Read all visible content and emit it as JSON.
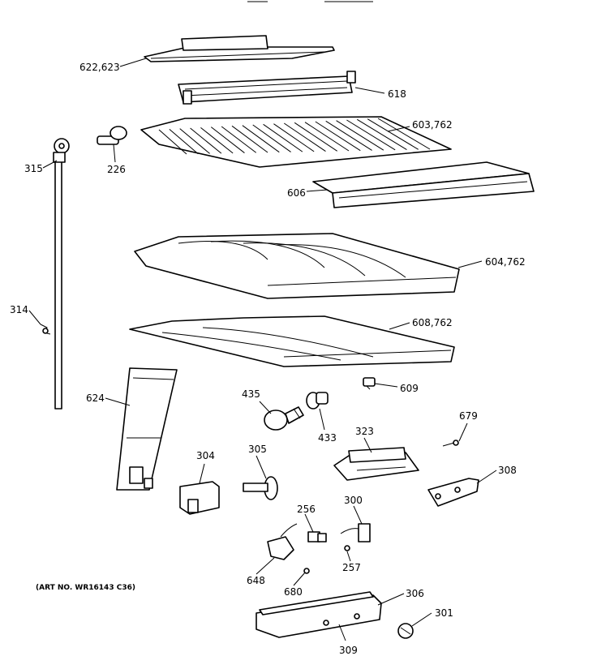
{
  "diagram": {
    "art_number": "(ART NO. WR16143 C36)",
    "labels": {
      "l622": "622,623",
      "l618": "618",
      "l603": "603,762",
      "l315": "315",
      "l226": "226",
      "l606": "606",
      "l604": "604,762",
      "l314": "314",
      "l608": "608,762",
      "l609": "609",
      "l624": "624",
      "l435": "435",
      "l433": "433",
      "l323": "323",
      "l679": "679",
      "l304": "304",
      "l305": "305",
      "l308": "308",
      "l256": "256",
      "l300": "300",
      "l257": "257",
      "l648": "648",
      "l680": "680",
      "l306": "306",
      "l301": "301",
      "l309": "309"
    }
  }
}
